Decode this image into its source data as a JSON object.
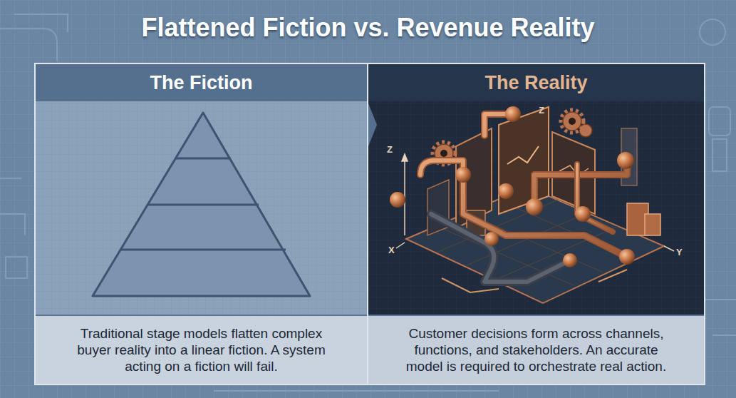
{
  "diagram": {
    "title": "Flattened Fiction vs. Revenue Reality",
    "nodes": [
      {
        "text": [
          "The Fiction",
          "Traditional stage models flatten complex buyer reality into a linear fiction. A system acting on a fiction will fail."
        ]
      },
      {
        "text": [
          "The Reality",
          "Customer decisions form across channels, functions, and stakeholders. An accurate model is required to orchestrate real action."
        ]
      }
    ],
    "labels": [
      "Z",
      "Z",
      "X",
      "Y"
    ]
  }
}
